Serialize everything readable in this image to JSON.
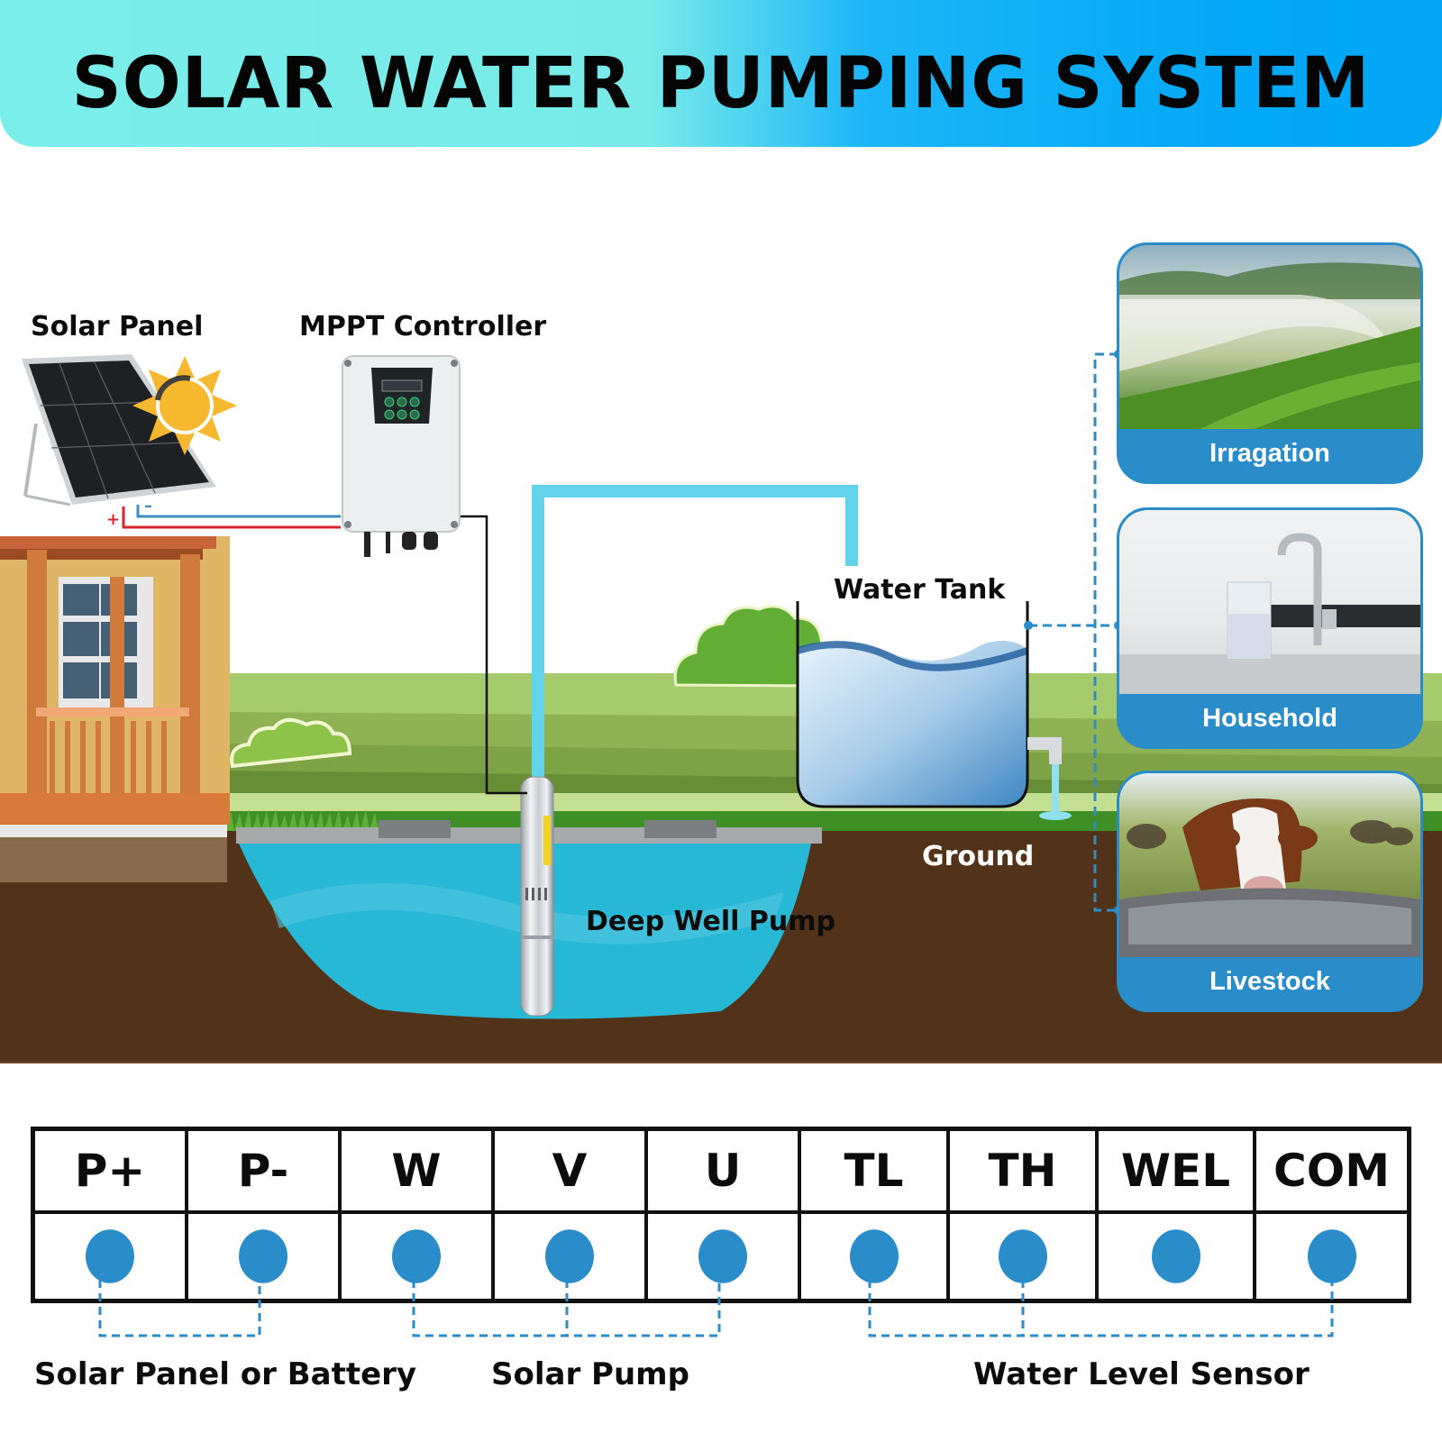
{
  "header": {
    "title": "SOLAR WATER PUMPING SYSTEM"
  },
  "diagram": {
    "components": {
      "solar_panel": "Solar Panel",
      "mppt_controller": "MPPT Controller",
      "water_tank": "Water Tank",
      "ground": "Ground",
      "deep_well_pump": "Deep Well Pump"
    },
    "wire_polarity": {
      "positive": "+",
      "negative": "–"
    },
    "use_cases": [
      {
        "label": "Irragation",
        "icon": "irrigation-photo"
      },
      {
        "label": "Household",
        "icon": "faucet-photo"
      },
      {
        "label": "Livestock",
        "icon": "cow-photo"
      }
    ]
  },
  "terminals": {
    "headers": [
      "P+",
      "P-",
      "W",
      "V",
      "U",
      "TL",
      "TH",
      "WEL",
      "COM"
    ],
    "groups": [
      {
        "label": "Solar Panel or Battery",
        "terminals": [
          "P+",
          "P-"
        ]
      },
      {
        "label": "Solar Pump",
        "terminals": [
          "W",
          "V",
          "U"
        ]
      },
      {
        "label": "Water Level Sensor",
        "terminals": [
          "TL",
          "TH",
          "COM"
        ]
      }
    ]
  },
  "colors": {
    "accent_blue": "#2a8cc8",
    "pipe_cyan": "#62d3ea",
    "soil_brown": "#52331a",
    "well_water": "#27b8d6",
    "grass_green": "#9cc864",
    "wire_red": "#d8262b",
    "wire_blue": "#3f8ec1"
  }
}
